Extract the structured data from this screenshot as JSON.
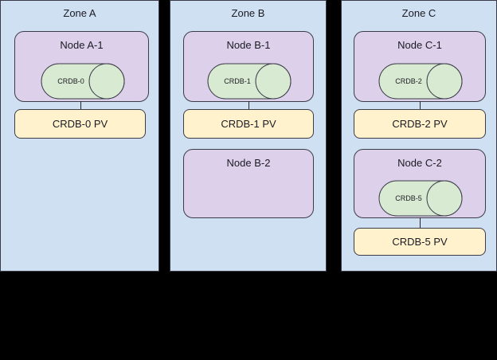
{
  "diagram": {
    "title_present": false,
    "colors": {
      "zone_fill": "#cfe0f3",
      "node_fill": "#ddd0ea",
      "cylinder_fill": "#d9ead3",
      "pv_fill": "#fff2cc",
      "stroke": "#3c3c48",
      "background": "#000000",
      "text": "#1b1b23"
    }
  },
  "zones": [
    {
      "id": "zone-a",
      "label": "Zone A",
      "nodes": [
        {
          "id": "node-a-1",
          "label": "Node A-1",
          "cylinder": {
            "label": "CRDB-0"
          },
          "pv": {
            "label": "CRDB-0 PV"
          },
          "has_connector": true
        }
      ]
    },
    {
      "id": "zone-b",
      "label": "Zone B",
      "nodes": [
        {
          "id": "node-b-1",
          "label": "Node B-1",
          "cylinder": {
            "label": "CRDB-1"
          },
          "pv": {
            "label": "CRDB-1 PV"
          },
          "has_connector": true
        },
        {
          "id": "node-b-2",
          "label": "Node B-2",
          "cylinder": null,
          "pv": null,
          "has_connector": false
        }
      ]
    },
    {
      "id": "zone-c",
      "label": "Zone C",
      "nodes": [
        {
          "id": "node-c-1",
          "label": "Node C-1",
          "cylinder": {
            "label": "CRDB-2"
          },
          "pv": {
            "label": "CRDB-2 PV"
          },
          "has_connector": true
        },
        {
          "id": "node-c-2",
          "label": "Node C-2",
          "cylinder": {
            "label": "CRDB-5"
          },
          "pv": {
            "label": "CRDB-5 PV"
          },
          "has_connector": true
        }
      ]
    }
  ]
}
